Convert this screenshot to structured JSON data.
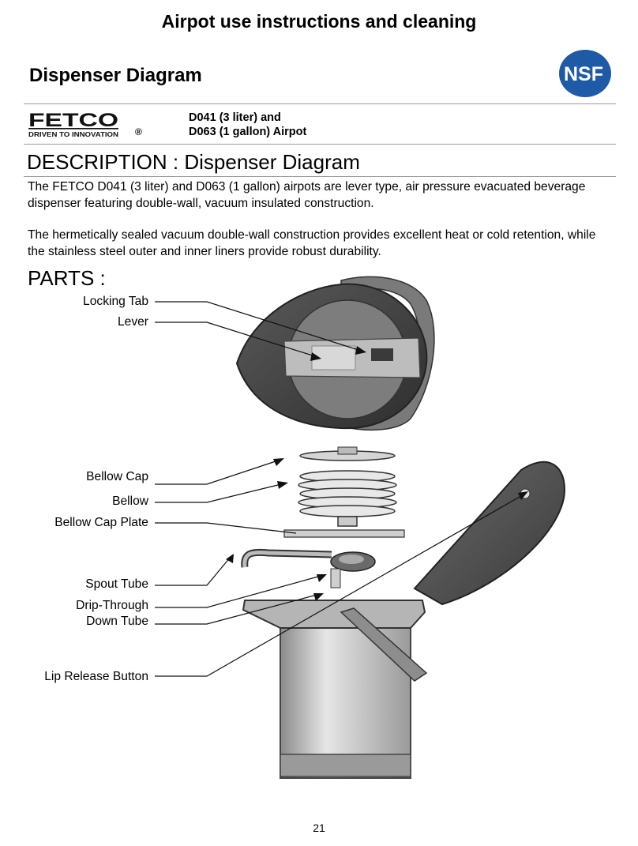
{
  "header": {
    "title": "Airpot use instructions and cleaning"
  },
  "section": {
    "title": "Dispenser Diagram"
  },
  "logos": {
    "nsf": "NSF",
    "fetco": {
      "name": "FETCO",
      "tagline": "DRIVEN TO INNOVATION",
      "reg": "®"
    }
  },
  "models": {
    "line1": "D041 (3 liter) and",
    "line2": "D063 (1 gallon) Airpot"
  },
  "description": {
    "heading": "DESCRIPTION : Dispenser Diagram",
    "para1": "The FETCO D041 (3 liter) and D063 (1 gallon) airpots are lever type, air pressure evacuated beverage dispenser featuring double-wall, vacuum insulated construction.",
    "para2": "The hermetically sealed vacuum double-wall construction provides excellent heat or cold retention, while the stainless steel outer and inner liners provide robust durability."
  },
  "parts": {
    "heading": "PARTS :",
    "labels": {
      "locking_tab": "Locking Tab",
      "lever": "Lever",
      "bellow_cap": "Bellow Cap",
      "bellow": "Bellow",
      "bellow_cap_plate": "Bellow Cap Plate",
      "spout_tube": "Spout Tube",
      "drip_line1": "Drip-Through",
      "drip_line2": "Down Tube",
      "lip_release": "Lip Release Button"
    }
  },
  "footer": {
    "page": "21"
  },
  "colors": {
    "nsf_blue": "#1f5aa6",
    "fetco_black": "#111111",
    "rule": "#9a9a9a"
  }
}
